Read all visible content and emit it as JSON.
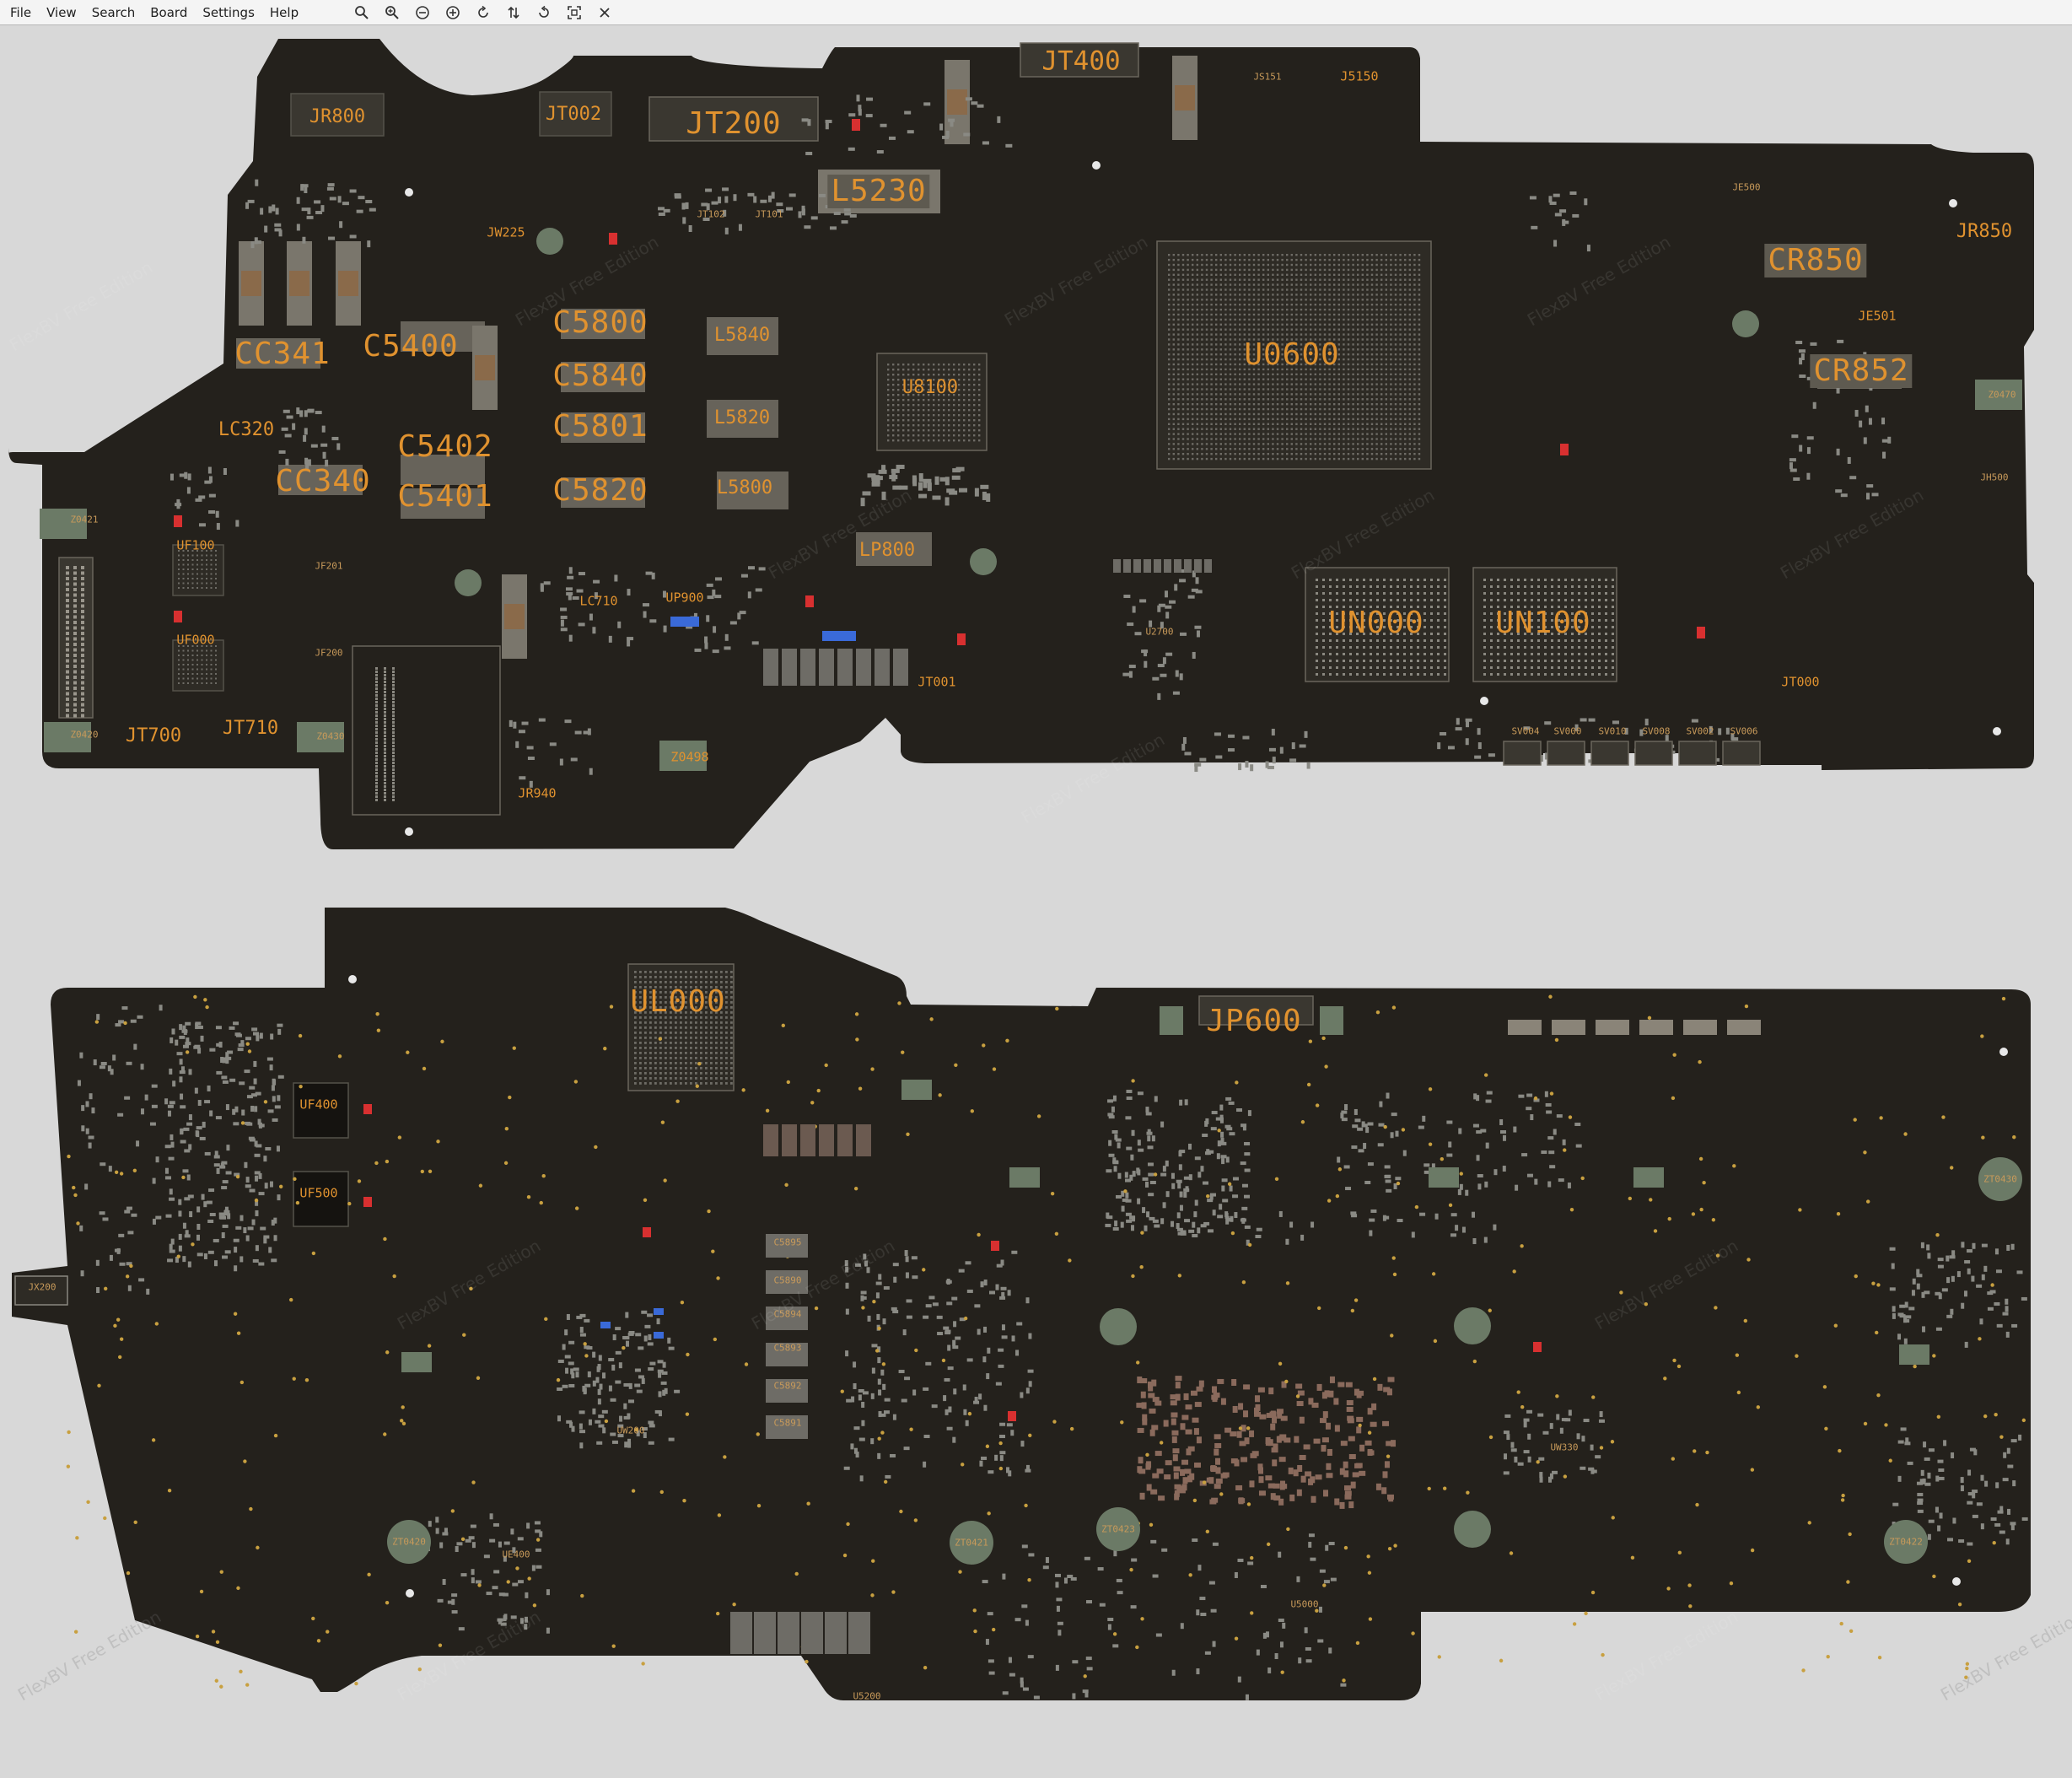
{
  "menu": {
    "items": [
      {
        "label": "File"
      },
      {
        "label": "View"
      },
      {
        "label": "Search"
      },
      {
        "label": "Board"
      },
      {
        "label": "Settings"
      },
      {
        "label": "Help"
      }
    ]
  },
  "toolbar": {
    "buttons": [
      {
        "icon": "zoom-search-icon"
      },
      {
        "icon": "zoom-in-icon"
      },
      {
        "icon": "zoom-out-icon"
      },
      {
        "icon": "zoom-reset-icon"
      },
      {
        "icon": "rotate-icon"
      },
      {
        "icon": "flip-icon"
      },
      {
        "icon": "mirror-icon"
      },
      {
        "icon": "fit-view-icon"
      },
      {
        "icon": "close-icon"
      }
    ]
  },
  "colors": {
    "background": "#d8d8d8",
    "board": "#24211c",
    "component_gray": "#8a8a84",
    "component_dark": "#3a3730",
    "label_orange": "#e0922f",
    "pad_red": "#d83030",
    "pad_blue": "#3a6ad8",
    "pad_gold": "#c8a040"
  },
  "watermark": "FlexBV Free Edition",
  "top_board": {
    "components": [
      {
        "ref": "JR800"
      },
      {
        "ref": "JT002"
      },
      {
        "ref": "JT200"
      },
      {
        "ref": "JT400"
      },
      {
        "ref": "L5230"
      },
      {
        "ref": "JT102"
      },
      {
        "ref": "JT101"
      },
      {
        "ref": "JW225"
      },
      {
        "ref": "CC341"
      },
      {
        "ref": "C5400"
      },
      {
        "ref": "LC320"
      },
      {
        "ref": "CC340"
      },
      {
        "ref": "C5402"
      },
      {
        "ref": "C5401"
      },
      {
        "ref": "C5800"
      },
      {
        "ref": "C5840"
      },
      {
        "ref": "C5801"
      },
      {
        "ref": "C5820"
      },
      {
        "ref": "L5840"
      },
      {
        "ref": "L5820"
      },
      {
        "ref": "L5800"
      },
      {
        "ref": "U8100"
      },
      {
        "ref": "U0600"
      },
      {
        "ref": "LP800"
      },
      {
        "ref": "UN000"
      },
      {
        "ref": "UN100"
      },
      {
        "ref": "U2700"
      },
      {
        "ref": "JT001"
      },
      {
        "ref": "JT000"
      },
      {
        "ref": "CR850"
      },
      {
        "ref": "CR852"
      },
      {
        "ref": "JR850"
      },
      {
        "ref": "Z0421"
      },
      {
        "ref": "UF100"
      },
      {
        "ref": "UF000"
      },
      {
        "ref": "Z0420"
      },
      {
        "ref": "JT700"
      },
      {
        "ref": "JT710"
      },
      {
        "ref": "Z0430"
      },
      {
        "ref": "Z0498"
      },
      {
        "ref": "JR940"
      },
      {
        "ref": "LC710"
      },
      {
        "ref": "UP900"
      },
      {
        "ref": "JF201"
      },
      {
        "ref": "JF200"
      },
      {
        "ref": "JS151"
      },
      {
        "ref": "J5150"
      },
      {
        "ref": "JE500"
      },
      {
        "ref": "JE501"
      },
      {
        "ref": "Z0470"
      },
      {
        "ref": "JH500"
      },
      {
        "ref": "SV004"
      },
      {
        "ref": "SV000"
      },
      {
        "ref": "SV010"
      },
      {
        "ref": "SV008"
      },
      {
        "ref": "SV002"
      },
      {
        "ref": "SV006"
      }
    ]
  },
  "bottom_board": {
    "components": [
      {
        "ref": "UL000"
      },
      {
        "ref": "JP600"
      },
      {
        "ref": "UF400"
      },
      {
        "ref": "UF500"
      },
      {
        "ref": "ZT0430"
      },
      {
        "ref": "ZT0420"
      },
      {
        "ref": "ZT0421"
      },
      {
        "ref": "ZT0422"
      },
      {
        "ref": "ZT0423"
      },
      {
        "ref": "UW200"
      },
      {
        "ref": "U5200"
      },
      {
        "ref": "U5000"
      },
      {
        "ref": "C5895"
      },
      {
        "ref": "C5890"
      },
      {
        "ref": "C5894"
      },
      {
        "ref": "C5893"
      },
      {
        "ref": "C5892"
      },
      {
        "ref": "C5891"
      },
      {
        "ref": "JX200"
      },
      {
        "ref": "UE400"
      },
      {
        "ref": "UW330"
      }
    ]
  }
}
